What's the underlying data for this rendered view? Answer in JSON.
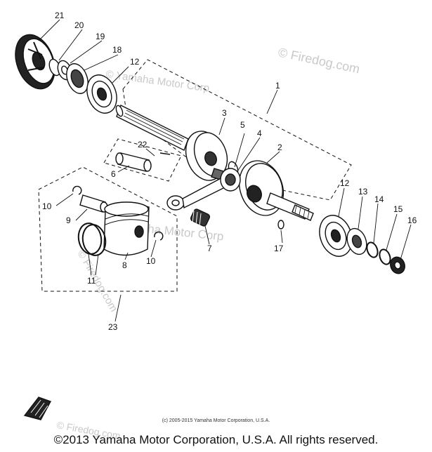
{
  "diagram": {
    "callouts": {
      "c1": "1",
      "c2": "2",
      "c3": "3",
      "c4": "4",
      "c5": "5",
      "c6": "6",
      "c7": "7",
      "c8": "8",
      "c9": "9",
      "c10a": "10",
      "c10b": "10",
      "c11": "11",
      "c12a": "12",
      "c12b": "12",
      "c13": "13",
      "c14": "14",
      "c15": "15",
      "c16": "16",
      "c17": "17",
      "c18": "18",
      "c19": "19",
      "c20": "20",
      "c21": "21",
      "c22": "22",
      "c23": "23"
    },
    "watermarks": {
      "w1": "© Firedog.com",
      "w2": "© Firedog.com",
      "w3": "© Yamaha Motor Corp",
      "w4": "© Yamaha Motor Corp",
      "w5": "© Firedog.com"
    }
  },
  "footer": {
    "small_copyright": "(c) 2005-2015 Yamaha Motor Corporation, U.S.A.",
    "copyright": "©2013 Yamaha Motor Corporation, U.S.A. All rights reserved."
  },
  "colors": {
    "ink": "#111111",
    "watermark": "#c9c9c9"
  }
}
